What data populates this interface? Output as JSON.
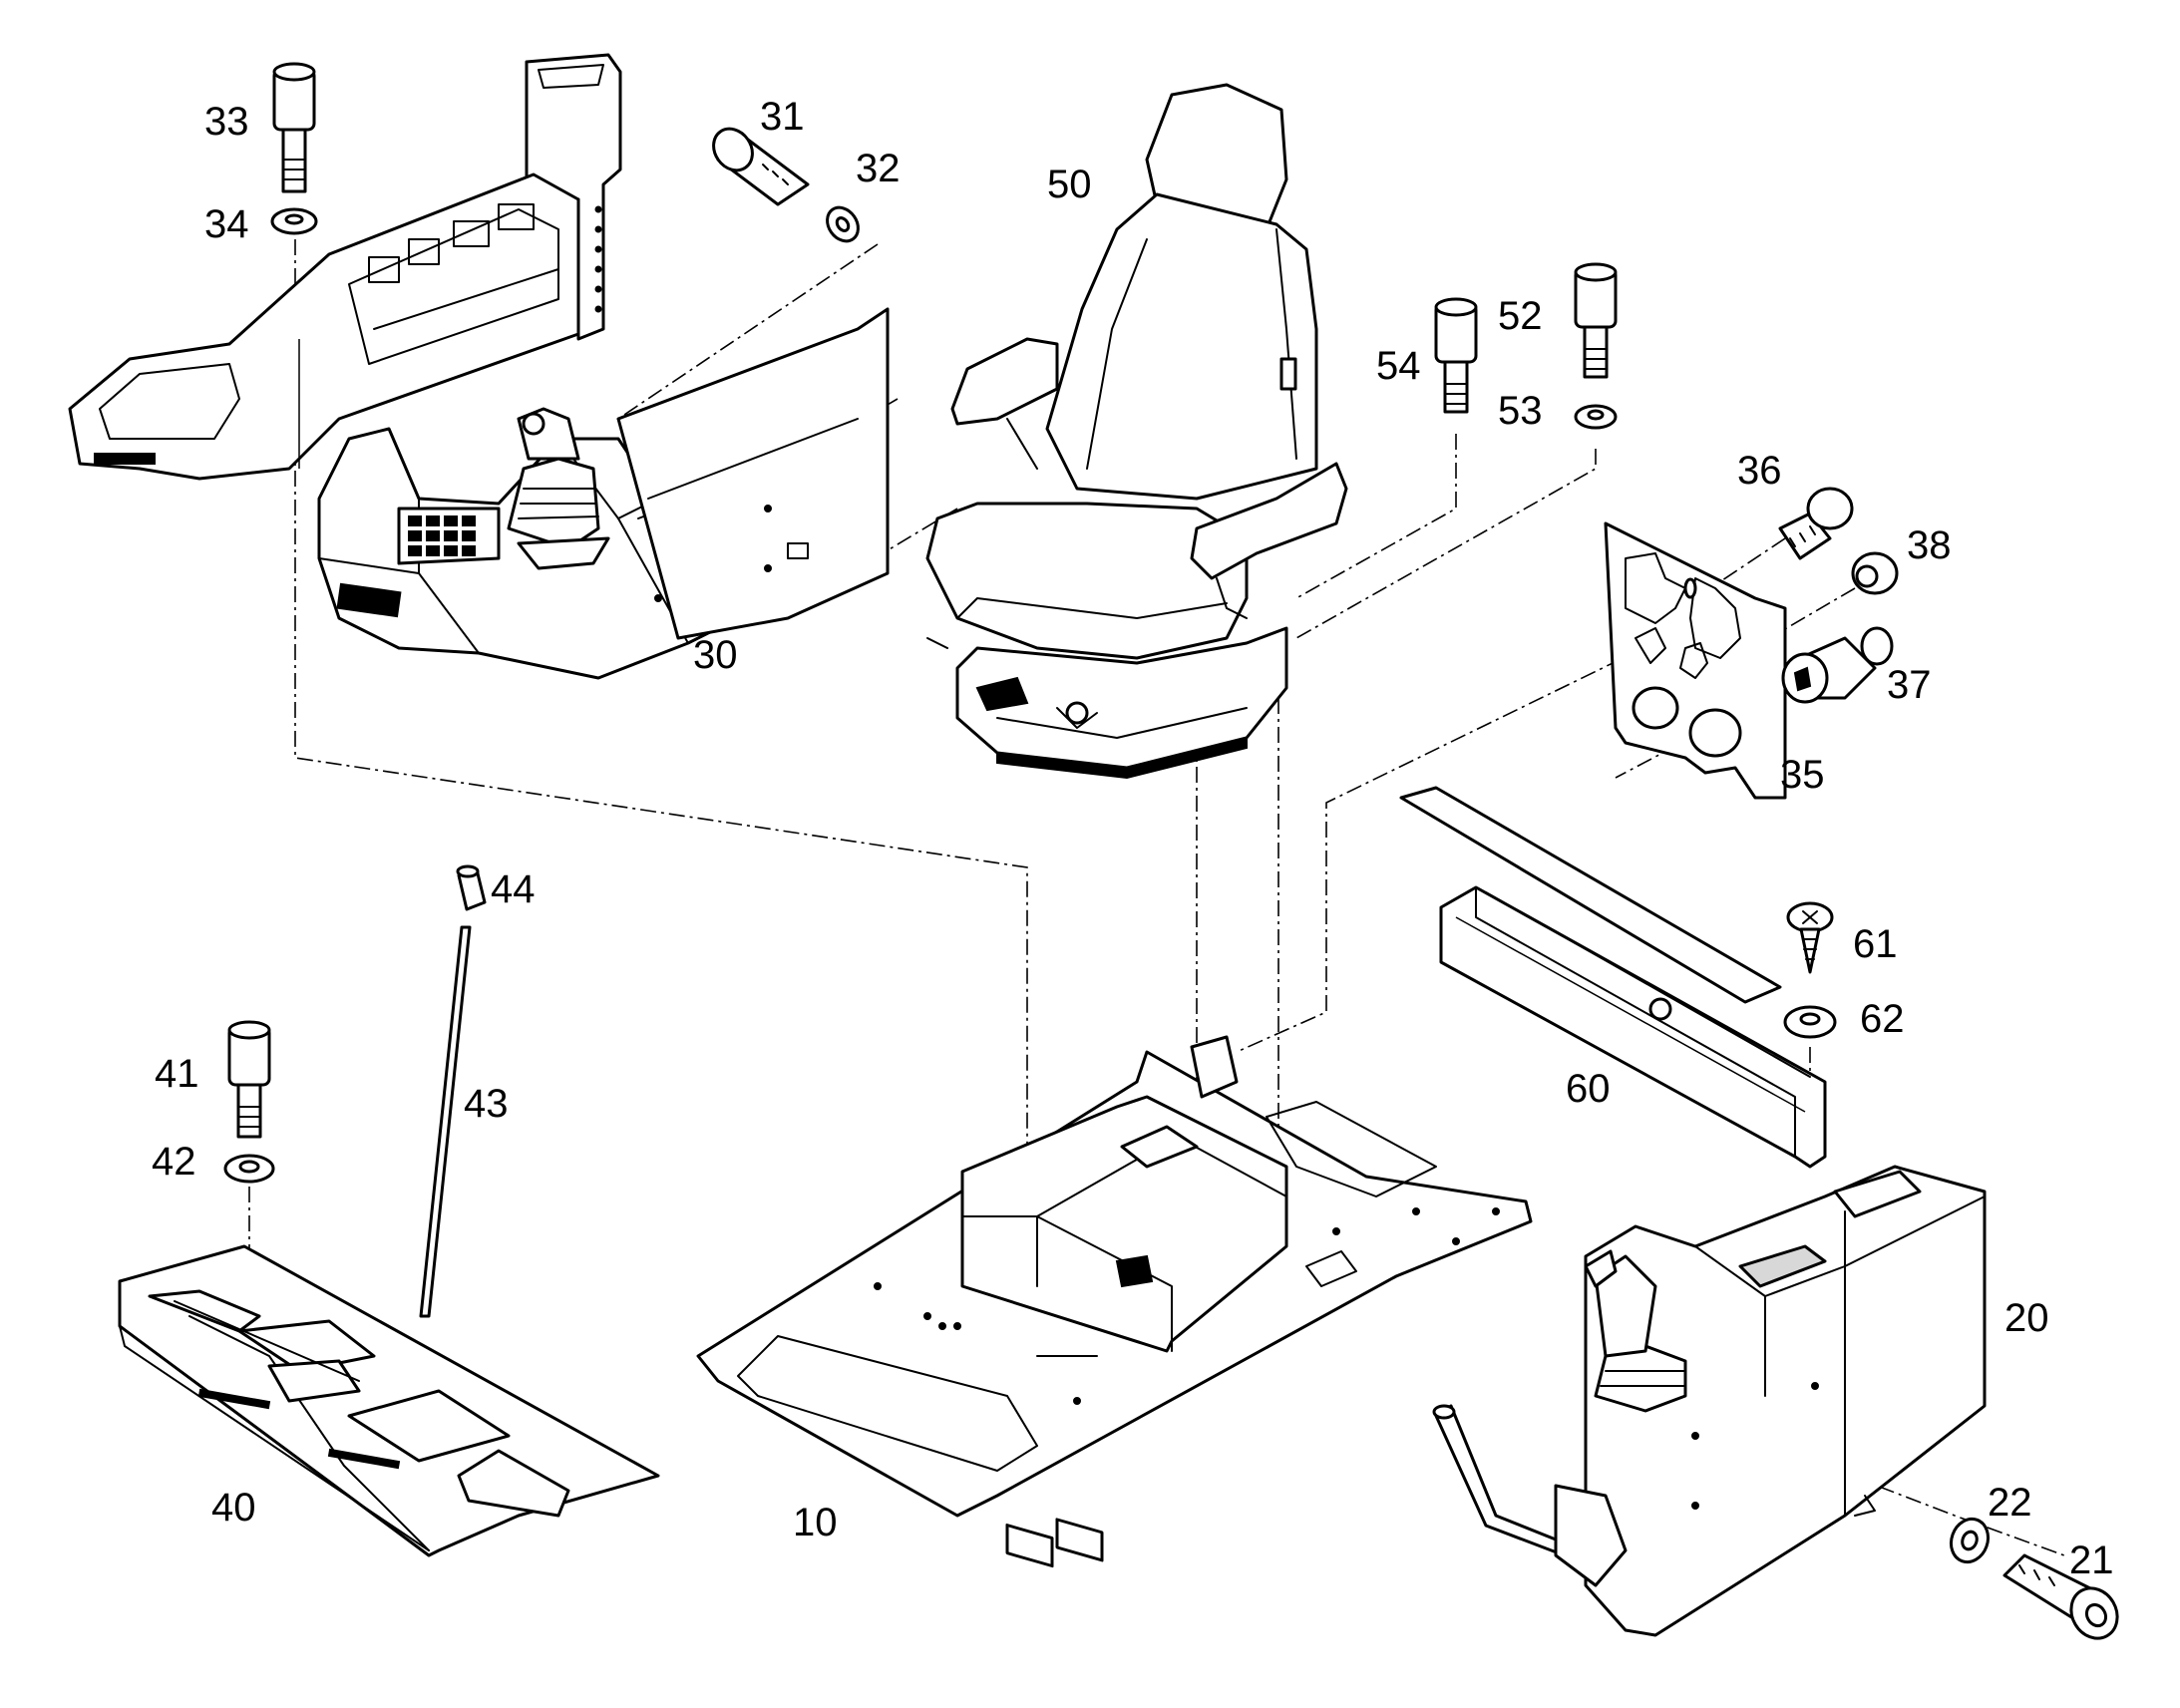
{
  "diagram": {
    "callouts": {
      "c10": "10",
      "c20": "20",
      "c21": "21",
      "c22": "22",
      "c30": "30",
      "c31": "31",
      "c32": "32",
      "c33": "33",
      "c34": "34",
      "c35": "35",
      "c36": "36",
      "c37": "37",
      "c38": "38",
      "c40": "40",
      "c41": "41",
      "c42": "42",
      "c43": "43",
      "c44": "44",
      "c50": "50",
      "c52": "52",
      "c53": "53",
      "c54": "54",
      "c60": "60",
      "c61": "61",
      "c62": "62"
    }
  },
  "colors": {
    "line": "#000000",
    "background": "#ffffff",
    "shade": "#d8d8d8"
  }
}
